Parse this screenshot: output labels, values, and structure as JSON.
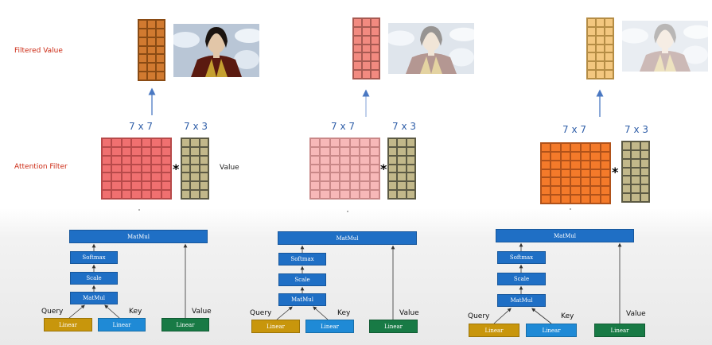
{
  "labels": {
    "filtered_value": "Filtered Value",
    "attention_filter": "Attention Filter",
    "value_side": "Value"
  },
  "colors": {
    "label_red": "#cc2a14",
    "dim_blue": "#2f5ea8",
    "value_tan": "#c2b88a",
    "panels": [
      {
        "attention_fill": "#f07070",
        "attention_border": "#b74a4a",
        "filtered_fill": "#d17a30",
        "filtered_border": "#8a4b14"
      },
      {
        "attention_fill": "#f7b8b8",
        "attention_border": "#c98888",
        "filtered_fill": "#f28a80",
        "filtered_border": "#a75a52"
      },
      {
        "attention_fill": "#f47a2a",
        "attention_border": "#b0521a",
        "filtered_fill": "#f3c77f",
        "filtered_border": "#b58d45"
      }
    ]
  },
  "panels": [
    {
      "dims": {
        "attention": "7 x 7",
        "value": "7 x 3"
      },
      "star": "*",
      "blocks": {
        "top_matmul": "MatMul",
        "softmax": "Softmax",
        "scale": "Scale",
        "matmul": "MatMul",
        "linear_q": "Linear",
        "linear_k": "Linear",
        "linear_v": "Linear"
      },
      "io": {
        "query": "Query",
        "key": "Key",
        "value": "Value"
      },
      "image_fade": 1.0
    },
    {
      "dims": {
        "attention": "7 x 7",
        "value": "7 x 3"
      },
      "star": "*",
      "blocks": {
        "top_matmul": "MatMul",
        "softmax": "Softmax",
        "scale": "Scale",
        "matmul": "MatMul",
        "linear_q": "Linear",
        "linear_k": "Linear",
        "linear_v": "Linear"
      },
      "io": {
        "query": "Query",
        "key": "Key",
        "value": "Value"
      },
      "image_fade": 0.45
    },
    {
      "dims": {
        "attention": "7 x 7",
        "value": "7 x 3"
      },
      "star": "*",
      "blocks": {
        "top_matmul": "MatMul",
        "softmax": "Softmax",
        "scale": "Scale",
        "matmul": "MatMul",
        "linear_q": "Linear",
        "linear_k": "Linear",
        "linear_v": "Linear"
      },
      "io": {
        "query": "Query",
        "key": "Key",
        "value": "Value"
      },
      "image_fade": 0.3
    }
  ]
}
